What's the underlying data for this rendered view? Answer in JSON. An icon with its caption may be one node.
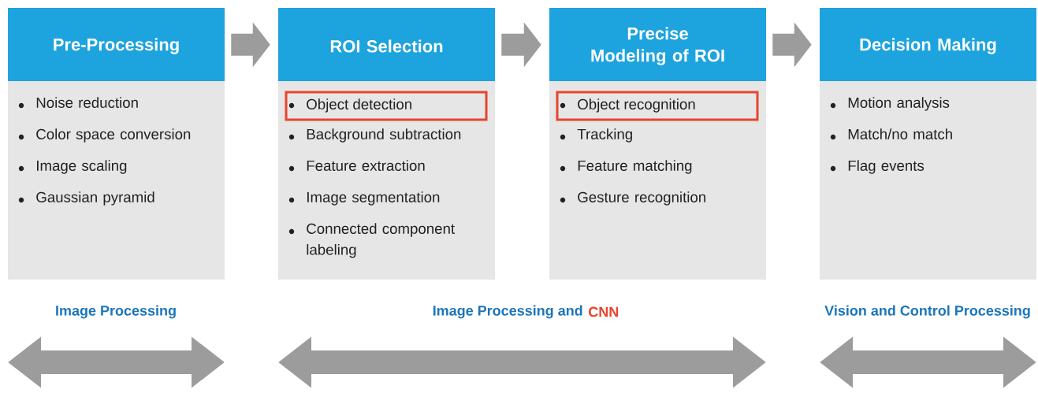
{
  "diagram": {
    "nodes": [
      {
        "text": [
          "Pre-Processing",
          "Noise reduction",
          "Color space conversion",
          "Image scaling",
          "Gaussian pyramid"
        ]
      },
      {
        "text": [
          "ROI Selection",
          "Background subtraction",
          "Feature extraction",
          "Image segmentation",
          "Connected component labeling"
        ]
      },
      {
        "text": [
          "Object detection"
        ],
        "in": 1
      },
      {
        "text": [
          "Precise Modeling of ROI",
          "Tracking",
          "Feature matching",
          "Gesture recognition"
        ]
      },
      {
        "text": [
          "Object recognition"
        ],
        "in": 3
      },
      {
        "text": [
          "Decision Making",
          "Motion analysis",
          "Match/no match",
          "Flag events"
        ]
      }
    ],
    "edges": [
      {
        "from": 0,
        "to": 1,
        "arrow": "to"
      },
      {
        "from": 1,
        "to": 3,
        "arrow": "to"
      },
      {
        "from": 3,
        "to": 5,
        "arrow": "to"
      }
    ],
    "labels": [
      "Image Processing",
      "Image Processing and",
      "CNN",
      "Vision and Control Processing"
    ]
  }
}
